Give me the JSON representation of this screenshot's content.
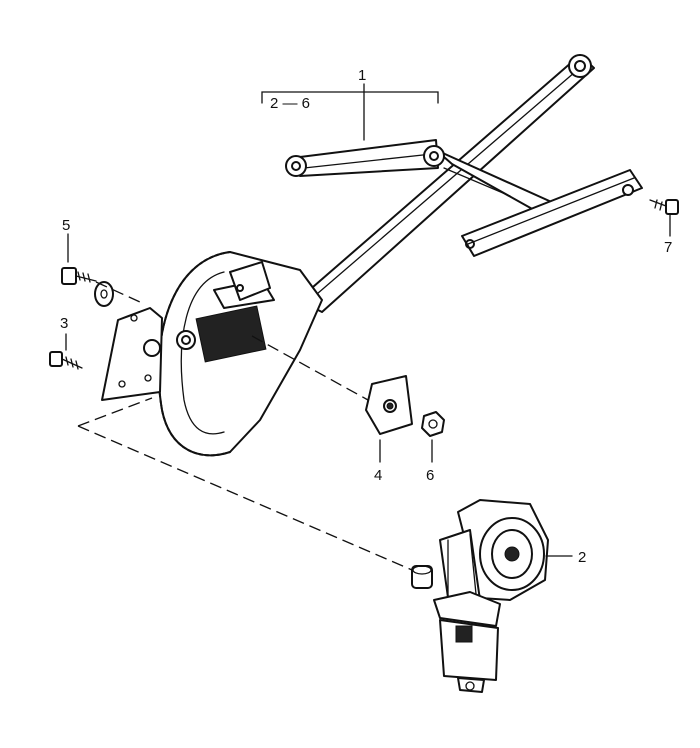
{
  "callouts": [
    {
      "id": "1",
      "text": "1"
    },
    {
      "id": "2-6",
      "text": "2 — 6"
    },
    {
      "id": "2",
      "text": "2"
    },
    {
      "id": "3",
      "text": "3"
    },
    {
      "id": "4",
      "text": "4"
    },
    {
      "id": "5",
      "text": "5"
    },
    {
      "id": "6",
      "text": "6"
    },
    {
      "id": "7",
      "text": "7"
    }
  ]
}
